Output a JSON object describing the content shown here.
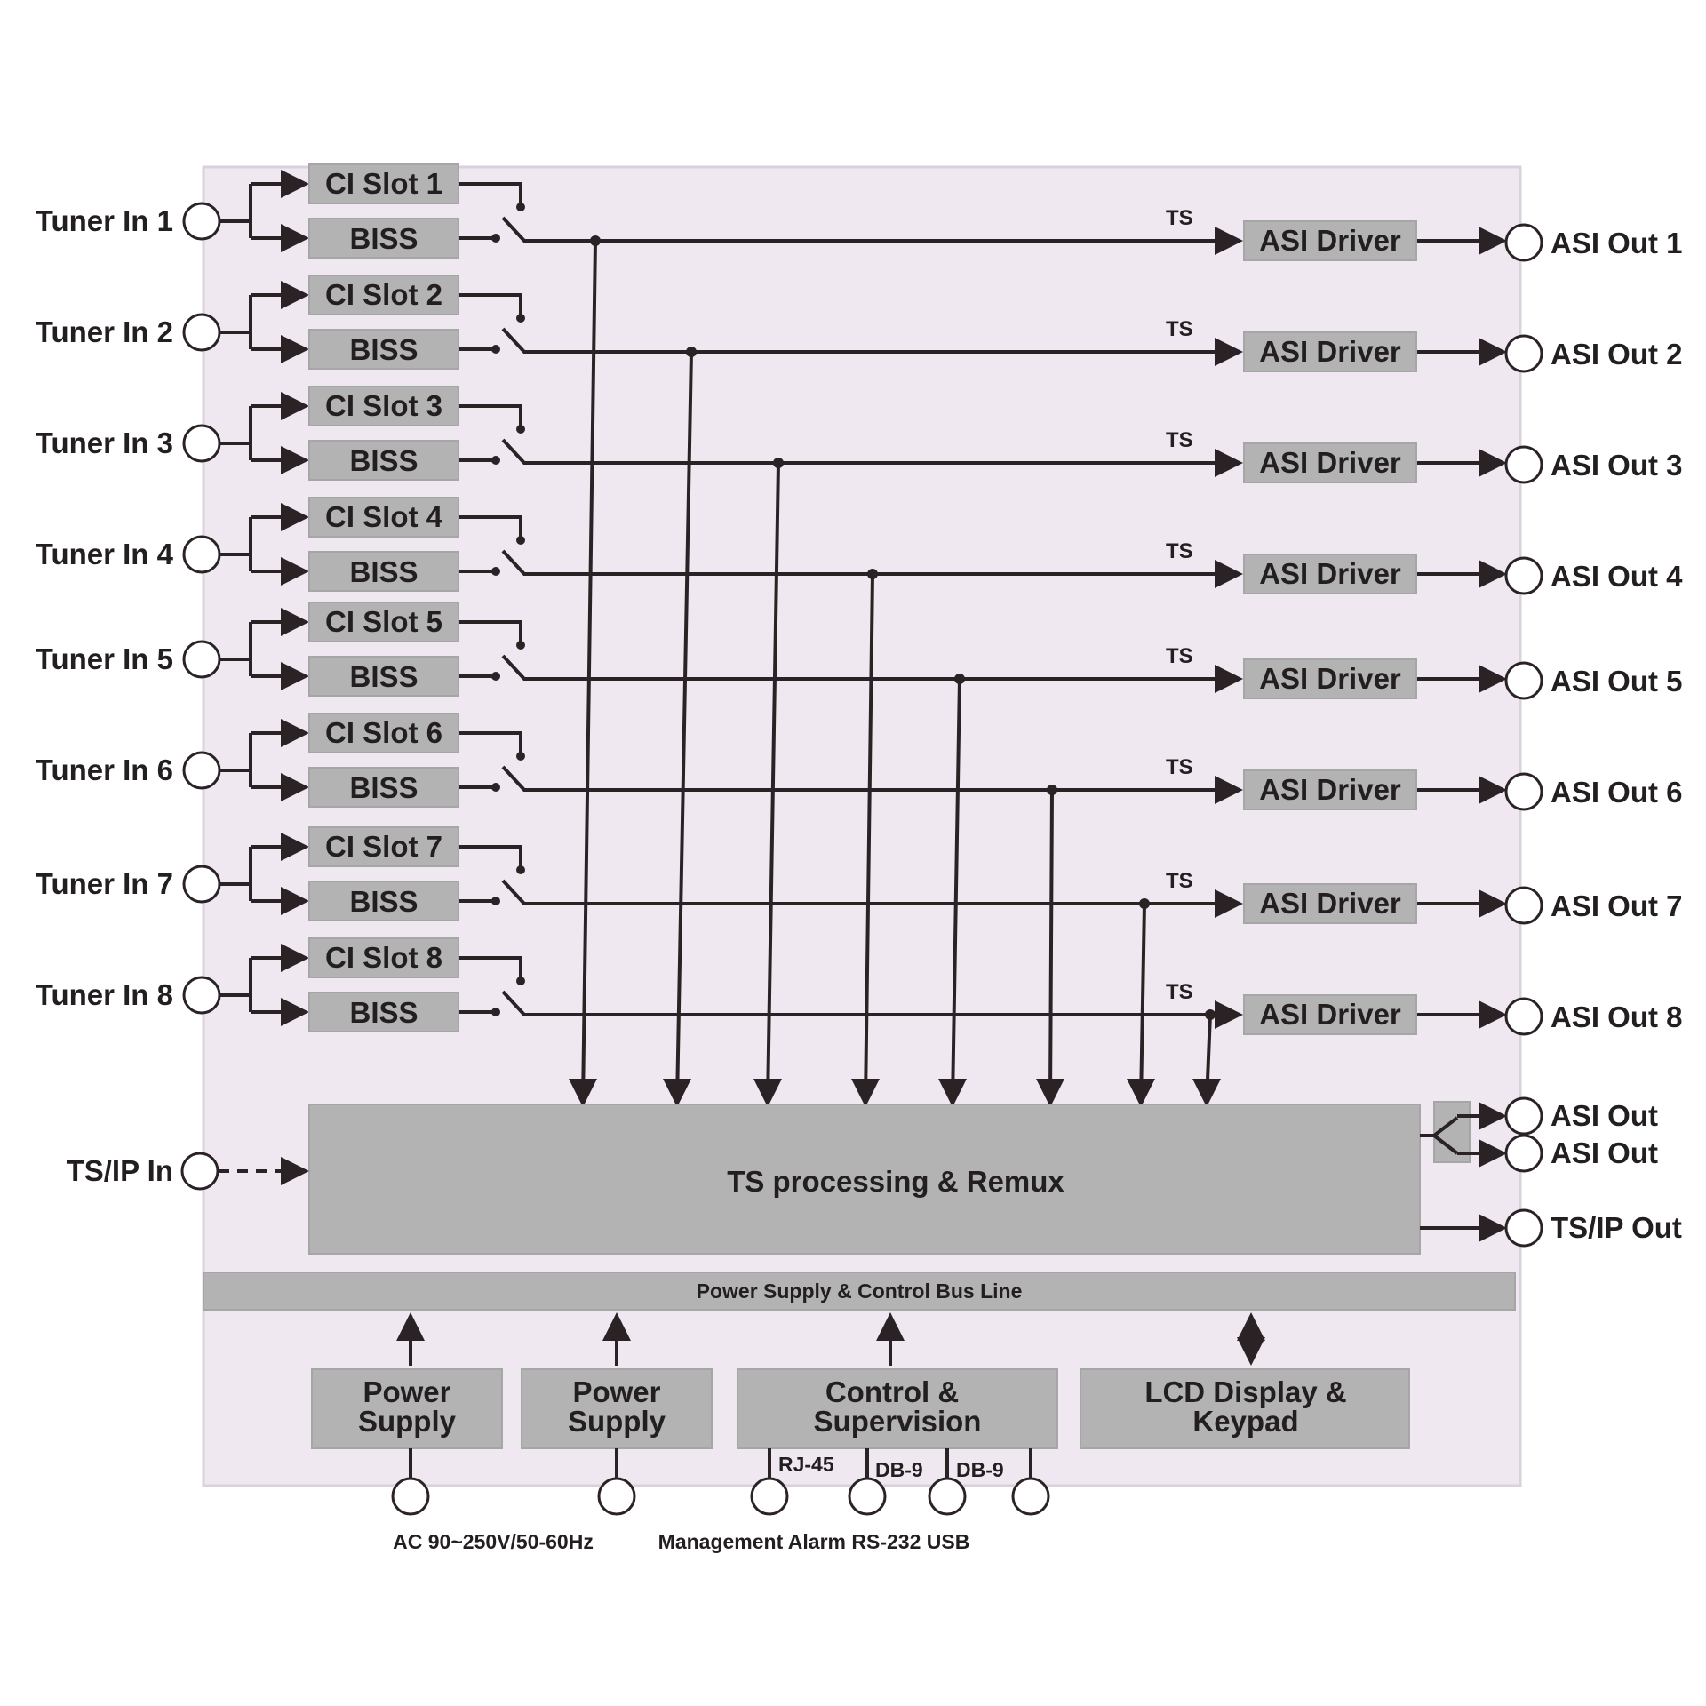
{
  "inputs": [
    {
      "tuner": "Tuner In 1",
      "ci": "CI Slot 1",
      "biss": "BISS"
    },
    {
      "tuner": "Tuner In 2",
      "ci": "CI Slot 2",
      "biss": "BISS"
    },
    {
      "tuner": "Tuner In 3",
      "ci": "CI Slot 3",
      "biss": "BISS"
    },
    {
      "tuner": "Tuner In 4",
      "ci": "CI Slot 4",
      "biss": "BISS"
    },
    {
      "tuner": "Tuner In 5",
      "ci": "CI Slot 5",
      "biss": "BISS"
    },
    {
      "tuner": "Tuner In 6",
      "ci": "CI Slot 6",
      "biss": "BISS"
    },
    {
      "tuner": "Tuner In 7",
      "ci": "CI Slot 7",
      "biss": "BISS"
    },
    {
      "tuner": "Tuner In 8",
      "ci": "CI Slot 8",
      "biss": "BISS"
    }
  ],
  "ts_label": "TS",
  "driver_label": "ASI Driver",
  "outputs": [
    "ASI Out 1",
    "ASI Out 2",
    "ASI Out 3",
    "ASI Out 4",
    "ASI Out 5",
    "ASI Out 6",
    "ASI Out 7",
    "ASI Out 8"
  ],
  "remux": {
    "title": "TS processing & Remux",
    "ip_in": "TS/IP In",
    "asi_out_a": "ASI Out",
    "asi_out_b": "ASI Out",
    "ip_out": "TS/IP Out"
  },
  "bus_label": "Power Supply & Control Bus Line",
  "modules": {
    "psu1": [
      "Power",
      "Supply"
    ],
    "psu2": [
      "Power",
      "Supply"
    ],
    "control": [
      "Control &",
      "Supervision"
    ],
    "lcd": [
      "LCD Display &",
      "Keypad"
    ]
  },
  "ports": {
    "rj45": "RJ-45",
    "db9a": "DB-9",
    "db9b": "DB-9"
  },
  "footer": {
    "ac": "AC 90~250V/50-60Hz",
    "mgmt": "Management Alarm RS-232 USB"
  },
  "colors": {
    "panel": "#efe8f1",
    "box": "#b3b3b3",
    "line": "#2a2224"
  }
}
